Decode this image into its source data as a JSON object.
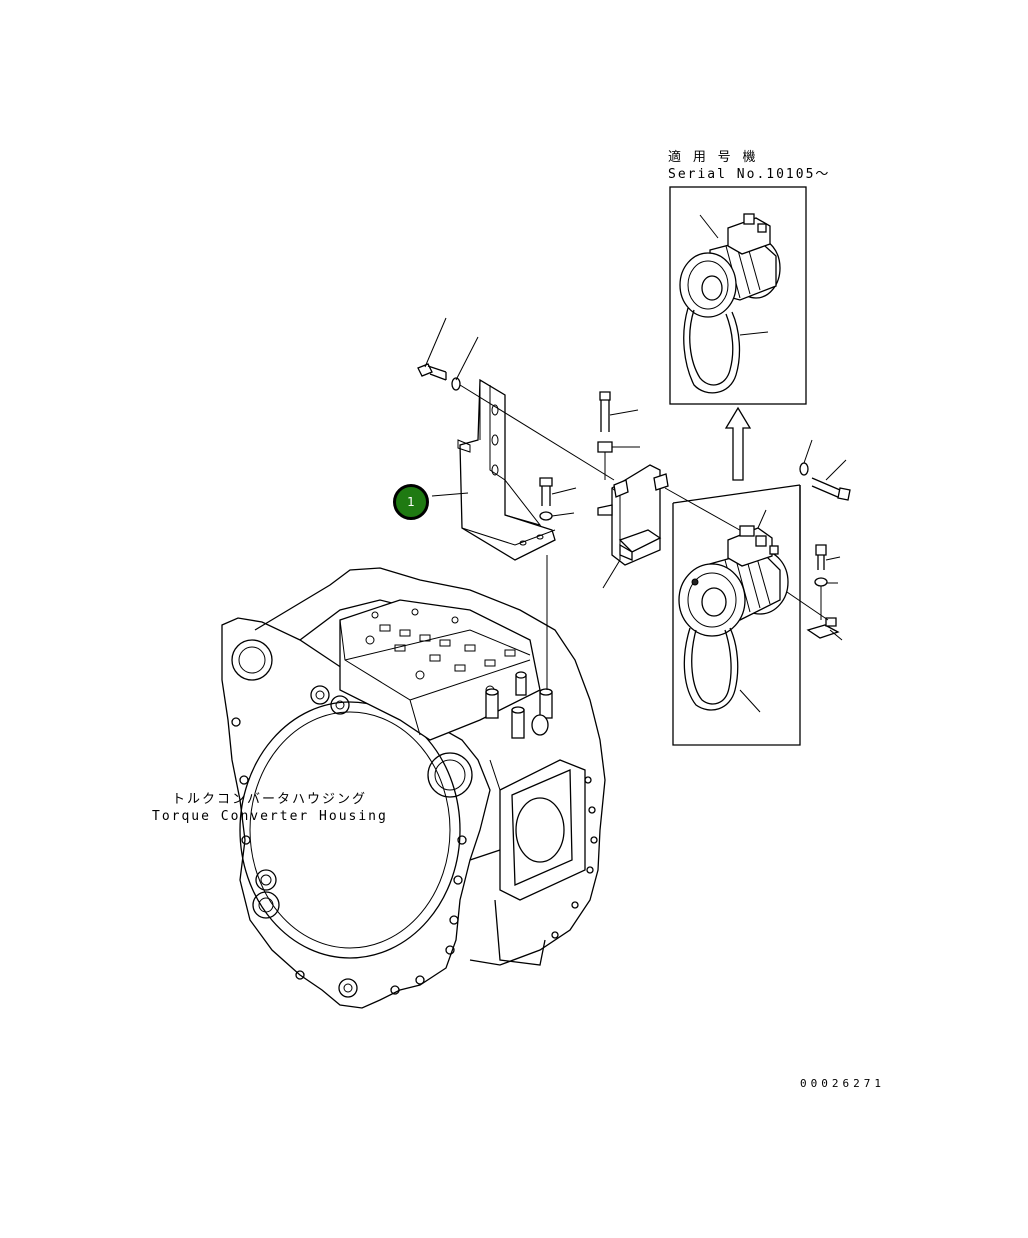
{
  "serial_header": {
    "line1": "適 用 号 機",
    "line2": "Serial No.10105～"
  },
  "housing_label": {
    "jp": "トルクコンバータハウジング",
    "en": "Torque Converter Housing"
  },
  "callout_1": "1",
  "figure_id": "00026271",
  "colors": {
    "callout_fill": "#1f7a12",
    "line": "#000000",
    "background": "#ffffff"
  }
}
